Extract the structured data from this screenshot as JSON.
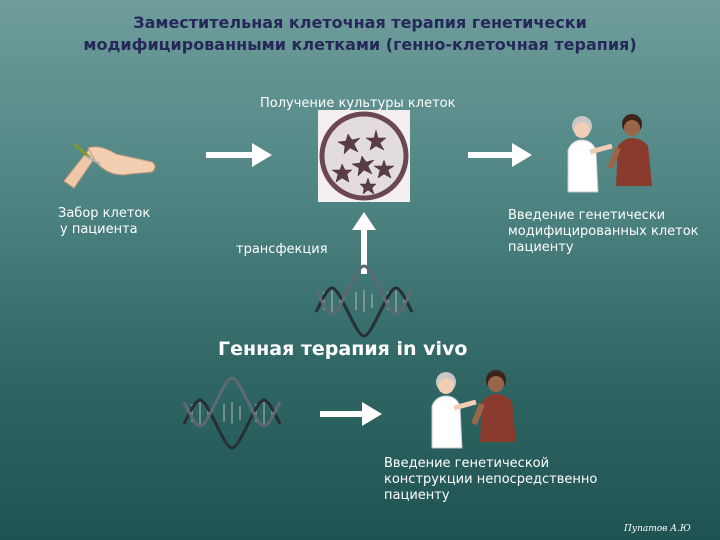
{
  "title_line1": "Заместительная клеточная терапия генетически",
  "title_line2": "модифицированными клетками (генно-клеточная терапия)",
  "label_culture": "Получение культуры клеток",
  "label_collection_1": "Забор клеток",
  "label_collection_2": "у пациента",
  "label_transfection": "трансфекция",
  "label_injection_1": "Введение генетически",
  "label_injection_2": "модифицированных клеток",
  "label_injection_3": "пациенту",
  "section_title": "Генная терапия in vivo",
  "label_direct_1": "Введение генетической",
  "label_direct_2": "конструкции непосредственно",
  "label_direct_3": "пациенту",
  "author": "Пупатов А.Ю",
  "colors": {
    "title": "#26285a",
    "arrow": "#ffffff",
    "dish_bg": "#e2dcdc",
    "cell": "#5b3d48"
  },
  "icons": [
    "arm-icon",
    "petri-dish-icon",
    "dna-icon",
    "doctor-patient-icon",
    "arrow-right-icon",
    "arrow-up-icon"
  ]
}
